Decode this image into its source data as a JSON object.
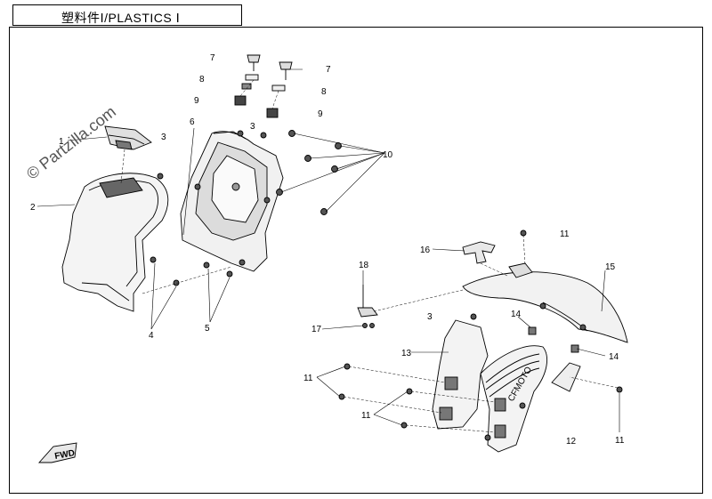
{
  "title": "塑料件Ⅰ/PLASTICS Ⅰ",
  "watermark": "© Partzilla.com",
  "fwd_label": "FWD",
  "brand_mark": "CFMOTO",
  "callouts": {
    "c1": "1",
    "c2": "2",
    "c3a": "3",
    "c3b": "3",
    "c3c": "3",
    "c4": "4",
    "c5": "5",
    "c6": "6",
    "c7a": "7",
    "c7b": "7",
    "c8a": "8",
    "c8b": "8",
    "c9a": "9",
    "c9b": "9",
    "c10": "10",
    "c11a": "11",
    "c11b": "11",
    "c11c": "11",
    "c11d": "11",
    "c12": "12",
    "c13": "13",
    "c14a": "14",
    "c14b": "14",
    "c15": "15",
    "c16": "16",
    "c17": "17",
    "c18": "18"
  }
}
